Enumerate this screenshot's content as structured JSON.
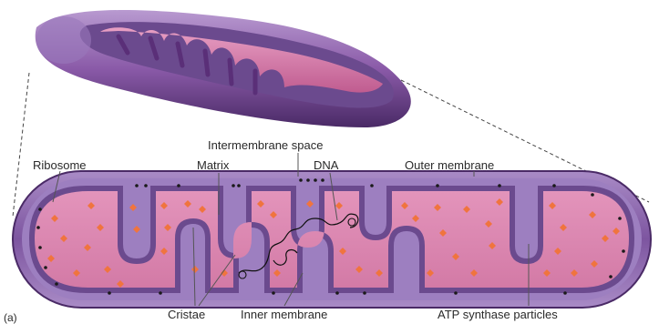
{
  "figure": {
    "labels": {
      "intermembrane_space": "Intermembrane space",
      "ribosome": "Ribosome",
      "matrix": "Matrix",
      "dna": "DNA",
      "outer_membrane": "Outer membrane",
      "cristae": "Cristae",
      "inner_membrane": "Inner membrane",
      "atp_synthase": "ATP synthase particles",
      "panel_tag": "(a)"
    },
    "colors": {
      "outer_membrane": "#8a5aa8",
      "outer_membrane_dark": "#5a2f78",
      "inner_membrane": "#6b4a8e",
      "matrix": "#d77aa8",
      "matrix_light": "#e394bb",
      "atp_particle": "#f0743e",
      "ribosome": "#1a1a1a",
      "leader_line": "#555555"
    }
  }
}
